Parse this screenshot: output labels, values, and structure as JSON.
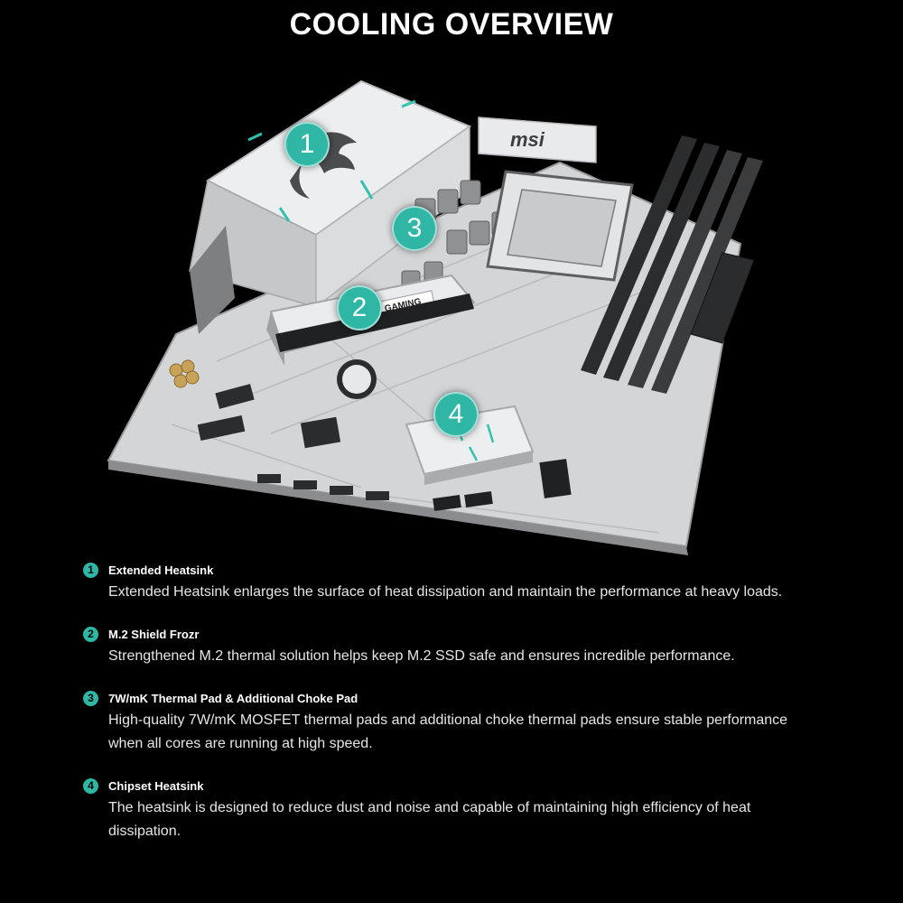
{
  "header": {
    "title": "COOLING OVERVIEW"
  },
  "board": {
    "brand_text": "msi",
    "gaming_text": "GAMING",
    "markers": [
      "1",
      "2",
      "3",
      "4"
    ]
  },
  "features": [
    {
      "number": "1",
      "title": "Extended Heatsink",
      "description": "Extended Heatsink enlarges the surface of heat dissipation and maintain the performance at heavy loads."
    },
    {
      "number": "2",
      "title": "M.2 Shield Frozr",
      "description": "Strengthened M.2 thermal solution helps keep M.2 SSD safe and ensures incredible performance."
    },
    {
      "number": "3",
      "title": "7W/mK Thermal Pad & Additional Choke Pad",
      "description": "High-quality 7W/mK MOSFET thermal pads and additional choke thermal pads ensure stable performance when all cores are running at high speed."
    },
    {
      "number": "4",
      "title": "Chipset Heatsink",
      "description": "The heatsink is designed to reduce dust and noise and capable of maintaining high efficiency of heat dissipation."
    }
  ],
  "colors": {
    "background": "#000000",
    "accent": "#2fb6a4",
    "board": "#d7d9da",
    "text": "#ffffff"
  }
}
